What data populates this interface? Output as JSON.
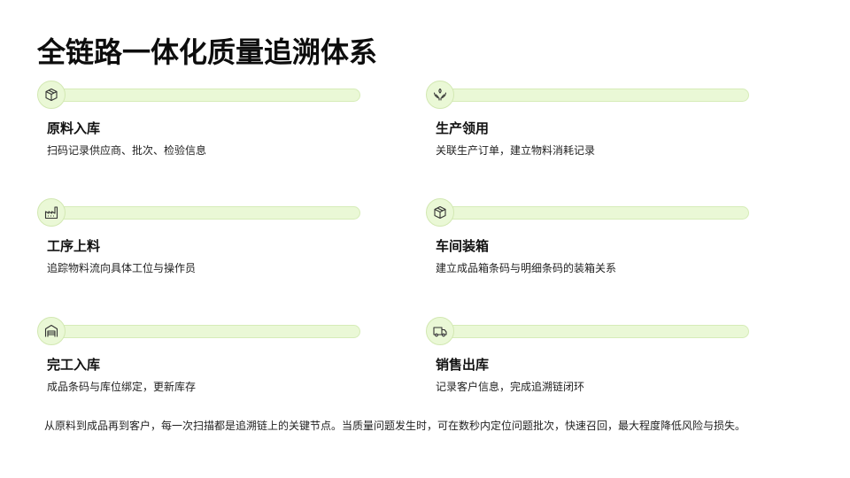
{
  "title": "全链路一体化质量追溯体系",
  "accent_color": "#eaf8d6",
  "steps": [
    {
      "title": "原料入库",
      "desc": "扫码记录供应商、批次、检验信息",
      "icon": "box-icon"
    },
    {
      "title": "生产领用",
      "desc": "关联生产订单，建立物料消耗记录",
      "icon": "leaf-hands-icon"
    },
    {
      "title": "工序上料",
      "desc": "追踪物料流向具体工位与操作员",
      "icon": "factory-icon"
    },
    {
      "title": "车间装箱",
      "desc": "建立成品箱条码与明细条码的装箱关系",
      "icon": "box-icon"
    },
    {
      "title": "完工入库",
      "desc": "成品条码与库位绑定，更新库存",
      "icon": "warehouse-icon"
    },
    {
      "title": "销售出库",
      "desc": "记录客户信息，完成追溯链闭环",
      "icon": "truck-icon"
    }
  ],
  "footer": "从原料到成品再到客户，每一次扫描都是追溯链上的关键节点。当质量问题发生时，可在数秒内定位问题批次，快速召回，最大程度降低风险与损失。"
}
